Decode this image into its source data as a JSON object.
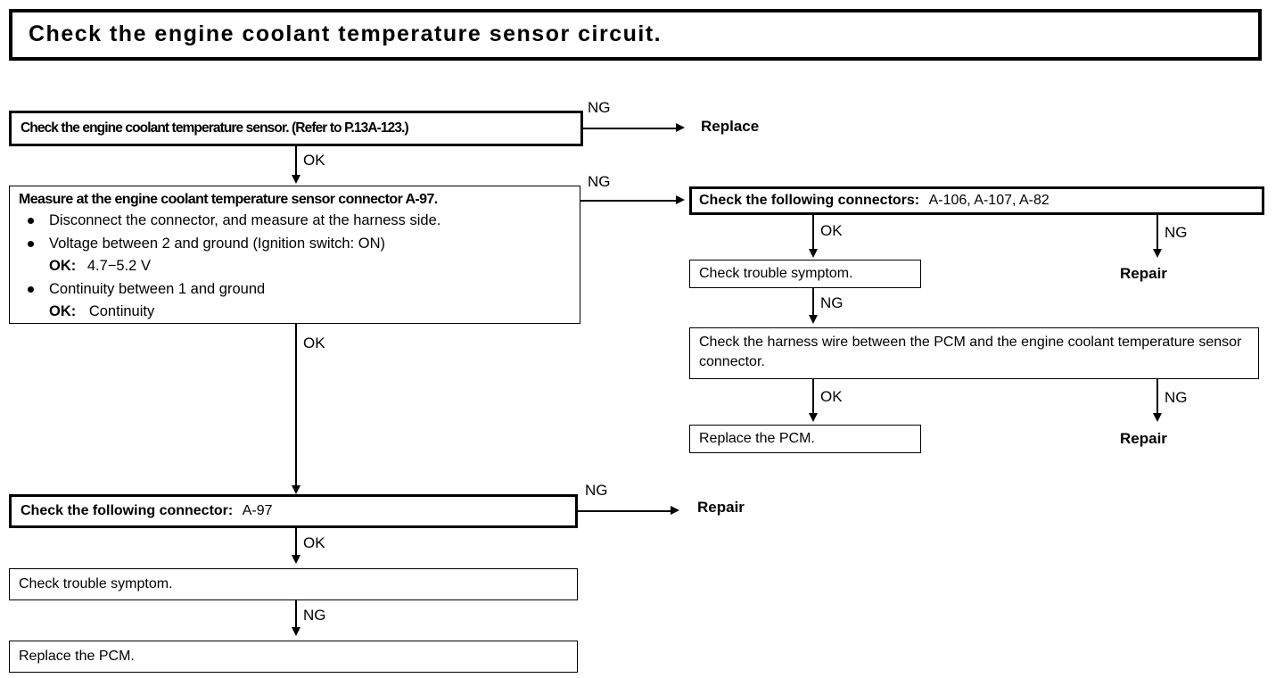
{
  "title": "Check  the  engine  coolant  temperature  sensor  circuit.",
  "flow": {
    "step_sensor_check": "Check the engine coolant temperature sensor. (Refer to P.13A-123.)",
    "measure": {
      "heading": "Measure at the engine coolant temperature sensor connector A-97.",
      "bullets": [
        "Disconnect the connector, and measure at the harness side.",
        "Voltage between 2 and ground (Ignition switch: ON)",
        "Continuity between 1 and ground"
      ],
      "ok_voltage_label": "OK:",
      "ok_voltage_value": "4.7−5.2 V",
      "ok_continuity_label": "OK:",
      "ok_continuity_value": "Continuity"
    },
    "connectors_multi_label": "Check the following connectors:",
    "connectors_multi_value": "A-106, A-107, A-82",
    "check_trouble_symptom_right": "Check trouble symptom.",
    "harness_check": "Check the harness wire between the PCM and the engine coolant temperature sensor connector.",
    "replace_pcm_right": "Replace the PCM.",
    "connector_single_label": "Check the following connector:",
    "connector_single_value": "A-97",
    "check_trouble_symptom_bottom": "Check trouble symptom.",
    "replace_pcm_bottom": "Replace the PCM."
  },
  "labels": {
    "ng": "NG",
    "ok": "OK"
  },
  "terminals": {
    "replace": "Replace",
    "repair": "Repair"
  },
  "edges": [
    {
      "from": "step_sensor_check",
      "to": "replace",
      "label": "NG"
    },
    {
      "from": "step_sensor_check",
      "to": "measure",
      "label": "OK"
    },
    {
      "from": "measure",
      "to": "connectors_multi",
      "label": "NG"
    },
    {
      "from": "measure",
      "to": "connector_single",
      "label": "OK"
    },
    {
      "from": "connectors_multi",
      "to": "check_trouble_symptom_right",
      "label": "OK"
    },
    {
      "from": "connectors_multi",
      "to": "repair_1",
      "label": "NG"
    },
    {
      "from": "check_trouble_symptom_right",
      "to": "harness_check",
      "label": "NG"
    },
    {
      "from": "harness_check",
      "to": "replace_pcm_right",
      "label": "OK"
    },
    {
      "from": "harness_check",
      "to": "repair_2",
      "label": "NG"
    },
    {
      "from": "connector_single",
      "to": "repair_3",
      "label": "NG"
    },
    {
      "from": "connector_single",
      "to": "check_trouble_symptom_bottom",
      "label": "OK"
    },
    {
      "from": "check_trouble_symptom_bottom",
      "to": "replace_pcm_bottom",
      "label": "NG"
    }
  ],
  "colors": {
    "ink": "#000000",
    "paper": "#ffffff"
  }
}
